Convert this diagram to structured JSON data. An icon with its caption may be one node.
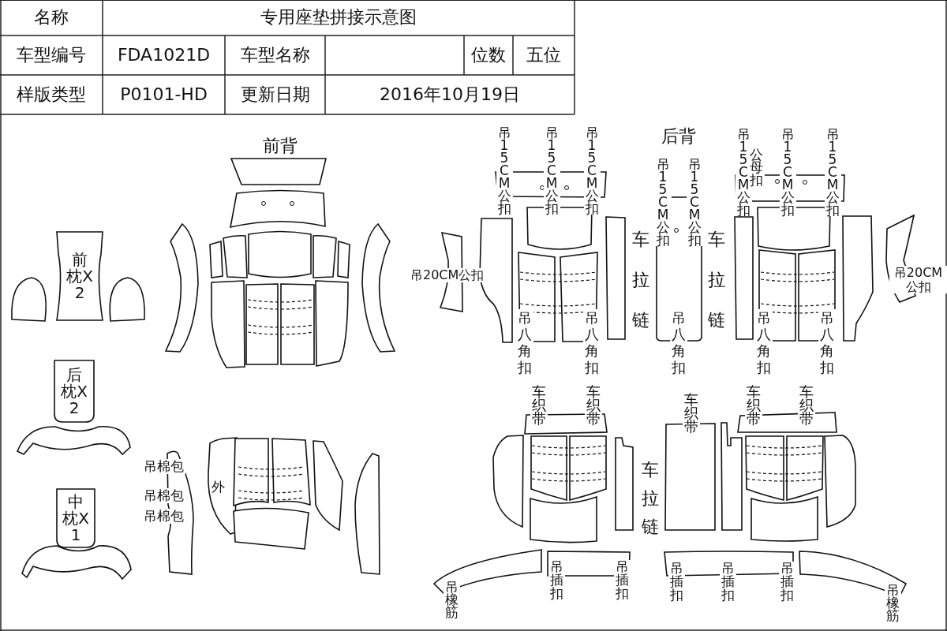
{
  "diagram": {
    "nodes": [
      {
        "text": [
          "前枕X2"
        ]
      },
      {
        "text": [
          "后枕X2"
        ]
      },
      {
        "text": [
          "中枕X1"
        ]
      }
    ],
    "edges": [],
    "labels": [
      "名称",
      "专用座垫拼接示意图",
      "车型编号",
      "FDA1021D",
      "车型名称",
      "位数",
      "五位",
      "样版类型",
      "P0101-HD",
      "更新日期",
      "2016年10月19日",
      "前背",
      "后背",
      "吊15CM公扣",
      "吊15CM公扣",
      "吊15CM公扣",
      "吊15CM公扣",
      "吊15CM公扣",
      "吊15CM公扣",
      "公母扣",
      "吊15CM公扣",
      "吊15CM公扣",
      "吊20CM公扣",
      "车拉链",
      "车拉链",
      "吊20CM公扣",
      "吊八角扣",
      "吊八角扣",
      "吊八角扣",
      "吊八角扣",
      "吊八角扣",
      "吊棉包",
      "吊棉包",
      "吊棉包",
      "外",
      "车织带",
      "车织带",
      "车织带",
      "车织带",
      "车织带",
      "车拉链",
      "吊橡筋",
      "吊插扣",
      "吊插扣",
      "吊插扣",
      "吊插扣",
      "吊插扣",
      "吊橡筋"
    ]
  }
}
